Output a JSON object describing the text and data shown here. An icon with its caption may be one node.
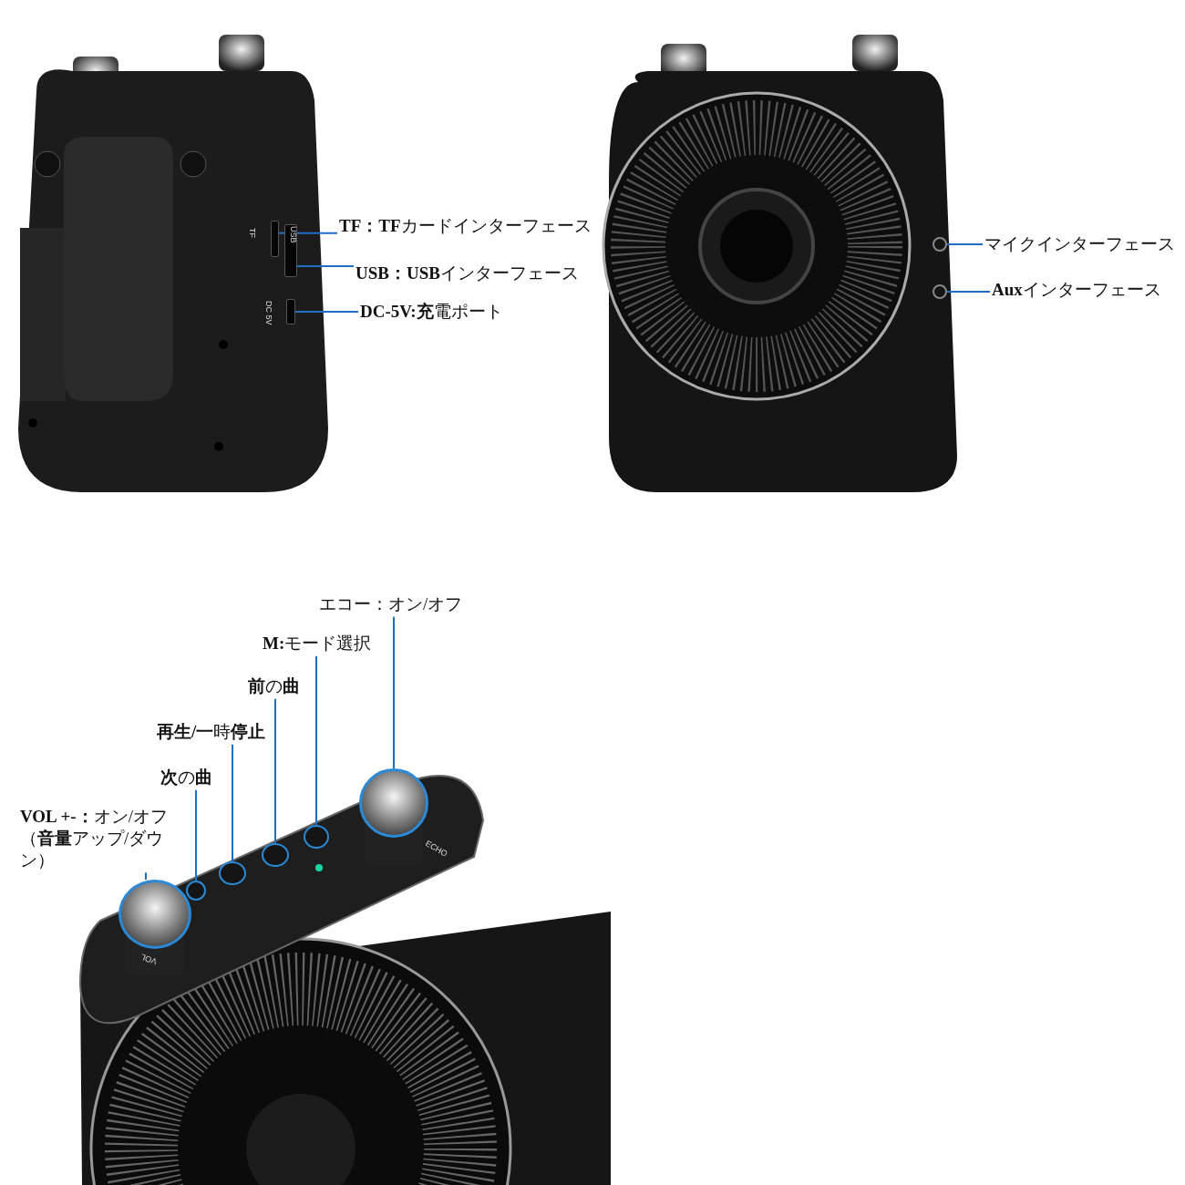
{
  "diagram": {
    "nodes": [
      {
        "text": [
          "**TF：TF**カードインターフェース"
        ]
      },
      {
        "text": [],
        "shape": "box"
      },
      {
        "text": [
          "**USB：USB**インターフェース"
        ]
      },
      {
        "text": [],
        "shape": "box"
      },
      {
        "text": [
          "**DC-5V:充**電ポート"
        ]
      },
      {
        "text": [],
        "shape": "box"
      },
      {
        "text": [
          "マイクインターフェース"
        ]
      },
      {
        "text": [],
        "shape": "circle"
      },
      {
        "text": [
          "**Aux**インターフェース"
        ]
      },
      {
        "text": [],
        "shape": "circle"
      },
      {
        "text": [
          "エコー：オン/オフ"
        ]
      },
      {
        "text": [],
        "shape": "circle"
      },
      {
        "text": [
          "**M:**モード選択"
        ]
      },
      {
        "text": [],
        "shape": "circle"
      },
      {
        "text": [
          "**前**の**曲**"
        ]
      },
      {
        "text": [],
        "shape": "circle"
      },
      {
        "text": [
          "**再生/一**時**停止**"
        ]
      },
      {
        "text": [],
        "shape": "circle"
      },
      {
        "text": [
          "**次**の**曲**"
        ]
      },
      {
        "text": [],
        "shape": "circle"
      },
      {
        "text": [
          "**VOL +-：**オン/オフ（**音量**アップ/ダウン）"
        ]
      },
      {
        "text": [],
        "shape": "circle"
      }
    ],
    "edges": [
      {
        "from": 0,
        "to": 1,
        "arrow": "other"
      },
      {
        "from": 2,
        "to": 3,
        "arrow": "other"
      },
      {
        "from": 4,
        "to": 5,
        "arrow": "none"
      },
      {
        "from": 6,
        "to": 7,
        "arrow": "other"
      },
      {
        "from": 8,
        "to": 9,
        "arrow": "other"
      },
      {
        "from": 10,
        "to": 11,
        "arrow": "none"
      },
      {
        "from": 12,
        "to": 13,
        "arrow": "none"
      },
      {
        "from": 14,
        "to": 15,
        "arrow": "none"
      },
      {
        "from": 16,
        "to": 17,
        "arrow": "none"
      },
      {
        "from": 18,
        "to": 19,
        "arrow": "none"
      },
      {
        "from": 20,
        "to": 21,
        "arrow": "none"
      }
    ],
    "labels": [
      "TF",
      "USB",
      "DC 5V",
      "VOL",
      "ECHO"
    ]
  }
}
